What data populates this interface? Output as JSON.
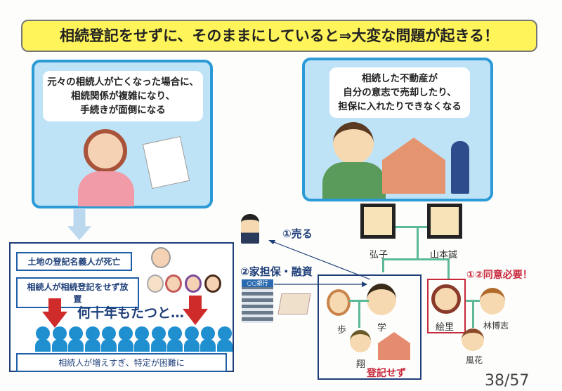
{
  "title": "相続登記をせずに、そのままにしていると⇒大変な問題が起きる！",
  "left_panel": {
    "bubble": [
      "元々の相続人が亡くなった場合に、",
      "相続関係が複雑になり、",
      "手続きが面倒になる"
    ]
  },
  "right_panel": {
    "bubble": [
      "相続した不動産が",
      "自分の意志で売却したり、",
      "担保に入れたりできなくなる"
    ]
  },
  "info_box": {
    "row1": "土地の登記名義人が死亡",
    "row2": "相続人が相続登記をせず放置",
    "middle": "何十年もたつと…",
    "bottom": "相続人が増えすぎ、特定が困難に"
  },
  "family": {
    "deceased": [
      "弘子",
      "山本誠"
    ],
    "members": {
      "ayumi": "歩",
      "manabu": "学",
      "sho": "翔",
      "eri": "絵里",
      "husband": "林博志",
      "fuka": "風花"
    },
    "sell_label": "①売る",
    "mortgage_label": "②家担保・融資",
    "bank_sign": "○○銀行",
    "consent_label": "①②同意必要！",
    "unregistered_label": "登記せず"
  },
  "page_number": "38/57",
  "colors": {
    "title_bg": "#fff45a",
    "panel_bg": "#bfe3f6",
    "accent_red": "#c8283c",
    "navy": "#1f3f7a"
  }
}
